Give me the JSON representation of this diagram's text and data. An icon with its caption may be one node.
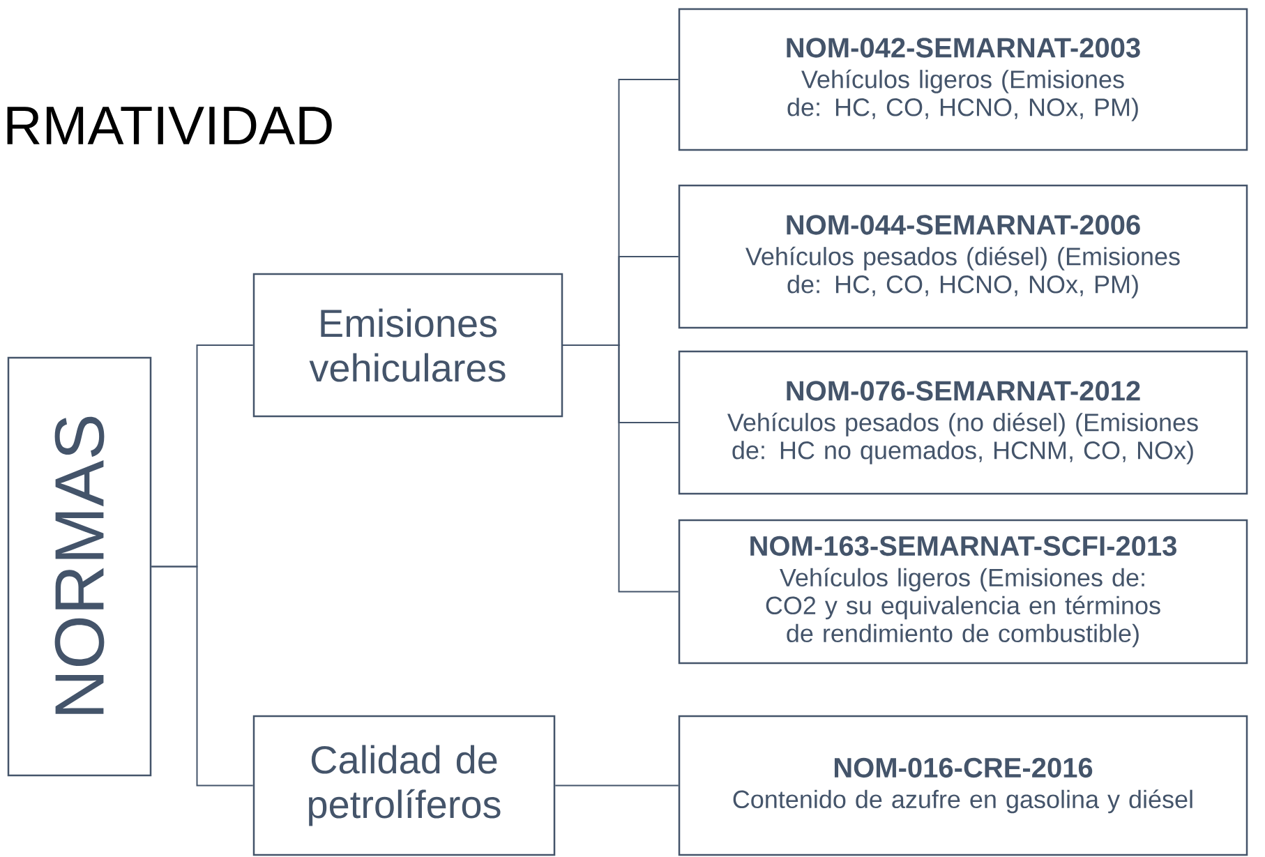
{
  "diagram": {
    "title": "RMATIVIDAD",
    "nodes": [
      {
        "text": [
          "NORMAS"
        ]
      },
      {
        "text": [
          "Emisiones vehiculares"
        ]
      },
      {
        "text": [
          "NOM-042-SEMARNAT-2003",
          "Vehículos ligeros (Emisiones de: HC, CO, HCNO, NOx, PM)"
        ]
      },
      {
        "text": [
          "NOM-044-SEMARNAT-2006",
          "Vehículos pesados (diésel) (Emisiones de: HC, CO, HCNO, NOx, PM)"
        ]
      },
      {
        "text": [
          "NOM-076-SEMARNAT-2012",
          "Vehículos pesados (no diésel) (Emisiones de: HC no quemados, HCNM, CO, NOx)"
        ]
      },
      {
        "text": [
          "NOM-163-SEMARNAT-SCFI-2013",
          "Vehículos ligeros (Emisiones de: CO2 y su equivalencia en términos de rendimiento de combustible)"
        ]
      },
      {
        "text": [
          "Calidad de petrolíferos"
        ]
      },
      {
        "text": [
          "NOM-016-CRE-2016",
          "Contenido de azufre en gasolina y diésel"
        ]
      }
    ],
    "edges": [
      {
        "from": 0,
        "to": 1,
        "arrow": "none"
      },
      {
        "from": 0,
        "to": 6,
        "arrow": "none"
      },
      {
        "from": 1,
        "to": 2,
        "arrow": "none"
      },
      {
        "from": 1,
        "to": 3,
        "arrow": "none"
      },
      {
        "from": 1,
        "to": 4,
        "arrow": "none"
      },
      {
        "from": 1,
        "to": 5,
        "arrow": "none"
      },
      {
        "from": 6,
        "to": 7,
        "arrow": "none"
      }
    ]
  }
}
